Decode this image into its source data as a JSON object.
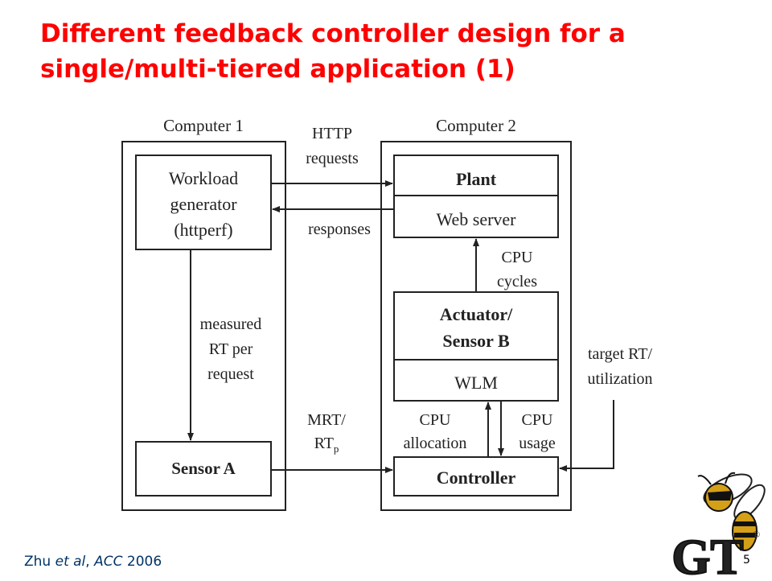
{
  "slide": {
    "title_line1": "Different feedback controller design for a",
    "title_line2": "single/multi-tiered application (1)",
    "citation_author": "Zhu ",
    "citation_etal": "et al",
    "citation_sep": ", ",
    "citation_venue": "ACC",
    "citation_year": " 2006",
    "page_number": "5"
  },
  "diagram": {
    "computer1_label": "Computer 1",
    "computer2_label": "Computer 2",
    "workload_line1": "Workload",
    "workload_line2": "generator",
    "workload_line3": "(httperf)",
    "sensor_a": "Sensor A",
    "plant": "Plant",
    "web_server": "Web server",
    "actuator_line1": "Actuator/",
    "actuator_line2": "Sensor B",
    "wlm": "WLM",
    "controller": "Controller",
    "http_line1": "HTTP",
    "http_line2": "requests",
    "responses": "responses",
    "measured_line1": "measured",
    "measured_line2": "RT per",
    "measured_line3": "request",
    "cpu_cycles_line1": "CPU",
    "cpu_cycles_line2": "cycles",
    "mrt_line1": "MRT/",
    "mrt_line2_main": "RT",
    "mrt_line2_sub": "p",
    "cpu_alloc_line1": "CPU",
    "cpu_alloc_line2": "allocation",
    "cpu_usage_line1": "CPU",
    "cpu_usage_line2": "usage",
    "target_line1": "target RT/",
    "target_line2": "utilization"
  },
  "logo": {
    "letters": "GT",
    "registered": "®"
  },
  "colors": {
    "title": "#ff0000",
    "citation": "#003366",
    "logo_gold": "#d4a017",
    "logo_black": "#111111"
  }
}
